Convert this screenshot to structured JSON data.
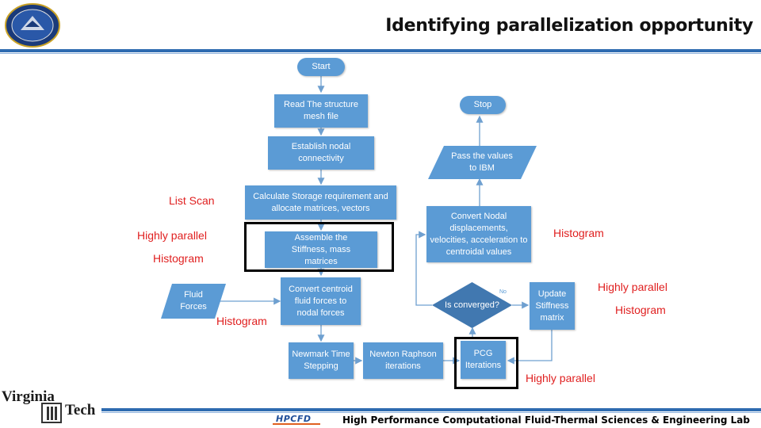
{
  "title": "Identifying parallelization opportunity",
  "footer": "High Performance Computational Fluid-Thermal Sciences & Engineering Lab",
  "logos": {
    "university_top": "Virginia",
    "university_bottom": "Tech",
    "lab_logo": "HPCFD"
  },
  "nodes": {
    "start": "Start",
    "read_mesh": "Read The structure mesh file",
    "nodal_conn": "Establish nodal connectivity",
    "storage": "Calculate Storage requirement and allocate matrices, vectors",
    "assemble": "Assemble the Stiffness, mass matrices",
    "fluid_forces": "Fluid Forces",
    "convert_centroid": "Convert centroid fluid forces to nodal forces",
    "newmark": "Newmark Time Stepping",
    "newton": "Newton Raphson iterations",
    "pcg": "PCG Iterations",
    "converged": "Is converged?",
    "no_label": "No",
    "update_stiffness": "Update Stiffness matrix",
    "convert_nodal": "Convert Nodal displacements, velocities, acceleration to centroidal values",
    "pass_values": "Pass the values to IBM",
    "stop": "Stop"
  },
  "annotations": {
    "list_scan": "List Scan",
    "highly_parallel_1": "Highly parallel",
    "histogram_1": "Histogram",
    "histogram_2": "Histogram",
    "histogram_3": "Histogram",
    "highly_parallel_2": "Highly parallel",
    "histogram_4": "Histogram",
    "highly_parallel_3": "Highly parallel"
  },
  "colors": {
    "node": "#5b9bd5",
    "annotation": "#e02020",
    "rule": "#2e6bb0",
    "highlight": "#000000"
  }
}
